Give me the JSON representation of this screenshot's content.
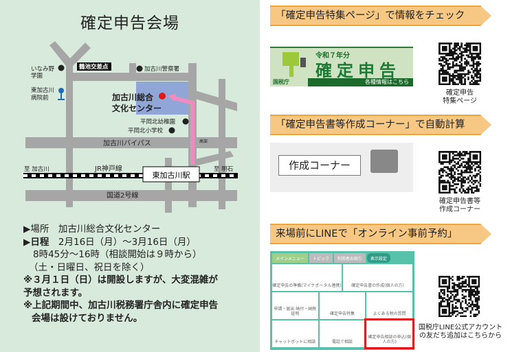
{
  "left": {
    "title": "確定申告会場",
    "map": {
      "labels": {
        "inamino": "いなみ野",
        "gakuen": "学園",
        "tsuruike": "鶴池交差点",
        "police": "加古川警察署",
        "hospital1": "東加古川",
        "hospital2": "病院前",
        "venue1": "加古川総合",
        "venue2": "文化センター",
        "kinder": "平岡北幼稚園",
        "school": "平岡北小学校",
        "bypass": "加古川バイパス",
        "bridge": "高架",
        "to_kakogawa": "至 加古川",
        "jr": "JR神戸線",
        "to_akashi": "至 明石",
        "station": "東加古川駅",
        "route2": "国道2号線"
      }
    },
    "info": {
      "place_label": "▶場所",
      "place": "加古川総合文化センター",
      "date_label": "▶日程",
      "date": "2月16日（月）～3月16日（月）",
      "time": "8時45分～16時（相談開始は９時から）",
      "closed": "（土・日曜日、祝日を除く）",
      "note1a": "※３月１日（日）は開設しますが、大変混雑が",
      "note1b": "予想されます。",
      "note2a": "※上記期間中、加古川税務署庁舎内に確定申告",
      "note2b": "会場は設けておりません。"
    }
  },
  "right": {
    "banner1": "「確定申告特集ページ」で情報をチェック",
    "kakutei": {
      "year": "令和７年分",
      "title": "確定申告",
      "bar": "各種情報はこちら",
      "nta": "国税庁"
    },
    "qr1_caption": [
      "確定申告",
      "特集ページ"
    ],
    "banner2": "「確定申告書等作成コーナー」で自動計算",
    "sakusei": "作成コーナー",
    "qr2_caption": [
      "確定申告書等",
      "作成コーナー"
    ],
    "banner3": "来場前にLINEで「オンライン事前予約」",
    "line": {
      "tabs": [
        "メインメニュー",
        "トピック",
        "利用者お困り",
        "表示設定"
      ],
      "items": [
        "確定申告の準備(マイナポータル連携)",
        "確定申告書の作成(個人の方)",
        "申請・届出 納付・納税証明",
        "確定申告特集",
        "よくある税の質問",
        "チャットボットに相談",
        "電話で相談",
        "確定申告相談の申込(個人の方)"
      ]
    },
    "qr3_caption": [
      "国税庁LINE公式アカウント",
      "の友だち追加はこちらから"
    ]
  },
  "colors": {
    "bg": "#d8eadb",
    "road": "#a6a6a6",
    "venue": "#8fa6d6",
    "route": "#ef8cbf",
    "banner": "#f7c784",
    "highlight": "#e0161b"
  }
}
